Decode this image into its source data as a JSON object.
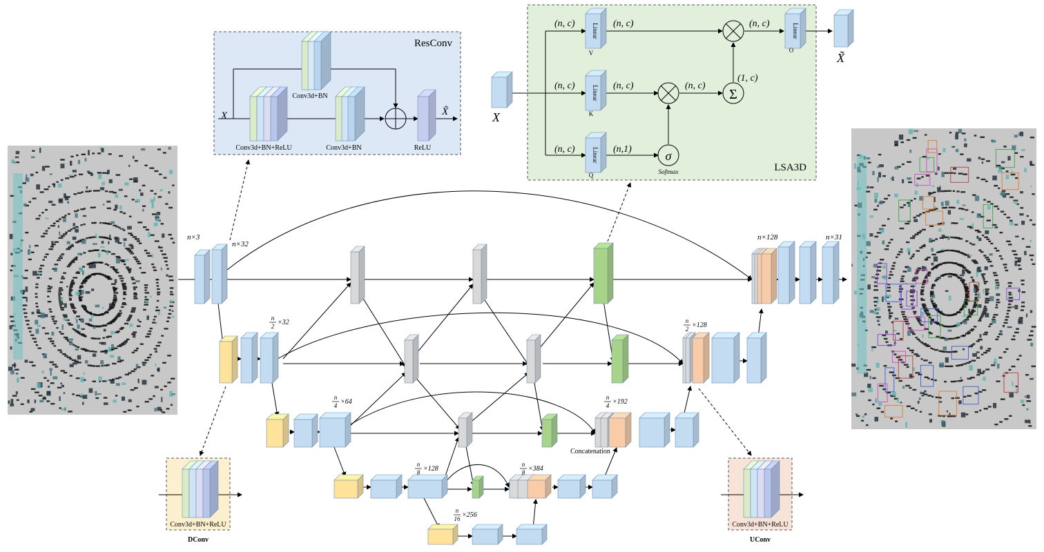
{
  "resconv": {
    "title": "ResConv",
    "input": "X",
    "output": "X̃",
    "labels": [
      "Conv3d+BN",
      "Conv3d+BN+ReLU",
      "Conv3d+BN",
      "ReLU"
    ]
  },
  "lsa3d": {
    "title": "LSA3D",
    "input": "X",
    "output": "X̃",
    "linear": "Linear",
    "v": "V",
    "k": "K",
    "q": "Q",
    "o": "O",
    "nc": "(n, c)",
    "n1": "(n,1)",
    "onec": "(1, c)",
    "sigma": "σ",
    "softmax": "Softmax",
    "sum": "Σ"
  },
  "dconv": {
    "label": "Conv3d+BN+ReLU",
    "name": "DConv"
  },
  "uconv": {
    "label": "Conv3d+BN+ReLU",
    "name": "UConv"
  },
  "network": {
    "concat": "Concatenation",
    "dims": {
      "in": "n×3",
      "l0": "n×32",
      "l1": {
        "num": "n",
        "den": "2",
        "rest": "×32"
      },
      "l2": {
        "num": "n",
        "den": "4",
        "rest": "×64"
      },
      "l3": {
        "num": "n",
        "den": "8",
        "rest": "×128"
      },
      "l4": {
        "num": "n",
        "den": "16",
        "rest": "×256"
      },
      "u3": {
        "num": "n",
        "den": "8",
        "rest": "×384"
      },
      "u2": {
        "num": "n",
        "den": "4",
        "rest": "×192"
      },
      "u1": {
        "num": "n",
        "den": "2",
        "rest": "×128"
      },
      "u0": "n×128",
      "out": "n×31"
    }
  },
  "colors": {
    "blue": "#c4dcf2",
    "blueside": "#a9c9ea",
    "bluetop": "#dbeaf8",
    "yellow": "#ffe39a",
    "gray": "#d9d9d9",
    "green": "#a8d48a",
    "orange": "#f9cba6",
    "resconv_bg": "#dce8f6",
    "lsa_bg": "#e2efda",
    "dconv_bg": "#fdf0cf",
    "uconv_bg": "#f7e3d7"
  }
}
